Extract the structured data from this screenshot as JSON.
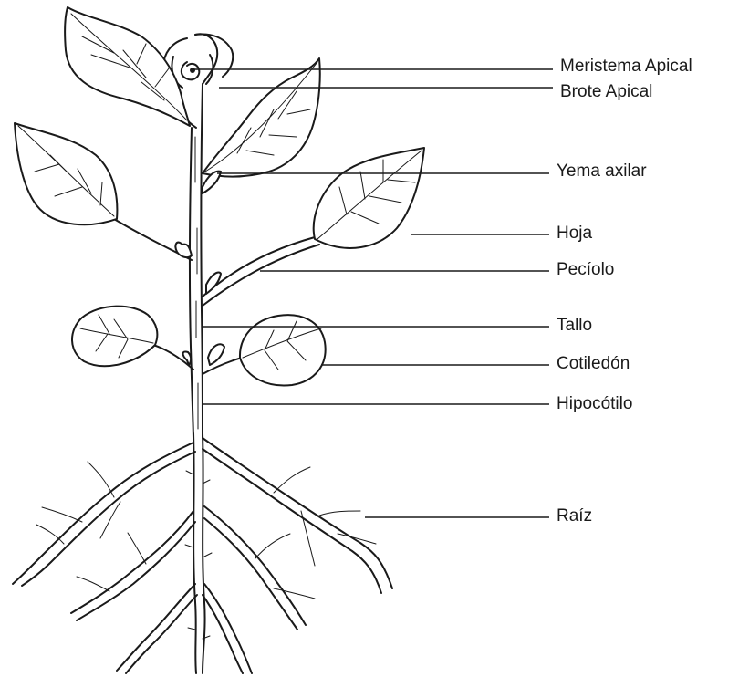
{
  "labels": {
    "meristema": "Meristema Apical",
    "brote": "Brote Apical",
    "yema": "Yema axilar",
    "hoja": "Hoja",
    "peciolo": "Pecíolo",
    "tallo": "Tallo",
    "cotiledon": "Cotiledón",
    "hipocotilo": "Hipocótilo",
    "raiz": "Raíz"
  }
}
